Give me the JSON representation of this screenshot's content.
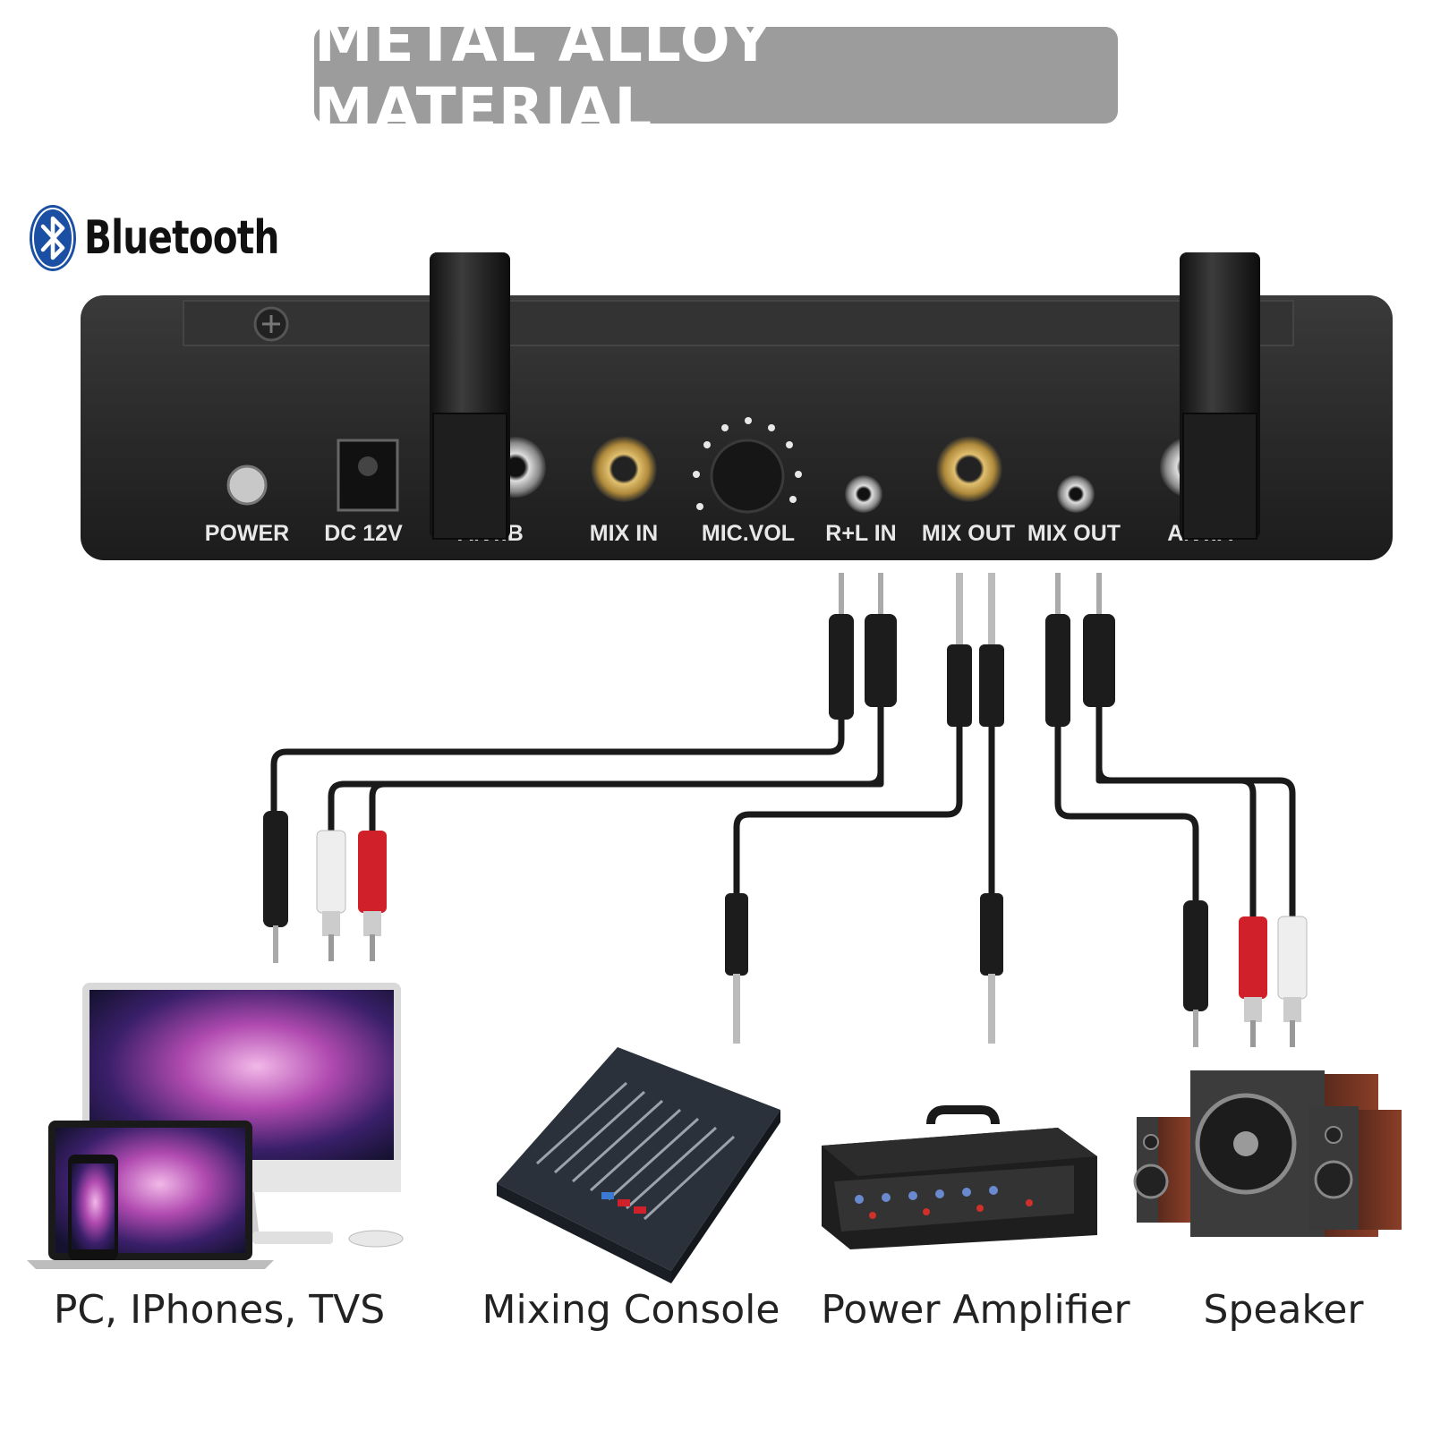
{
  "banner": {
    "title": "METAL ALLOY MATERIAL"
  },
  "bluetooth": {
    "label": "Bluetooth",
    "icon": "bluetooth-icon",
    "color": "#1a4fa3"
  },
  "panel": {
    "ports": [
      {
        "id": "power",
        "label": "POWER"
      },
      {
        "id": "dc12v",
        "label": "DC 12V"
      },
      {
        "id": "antb",
        "label": "ANT.B"
      },
      {
        "id": "mixin",
        "label": "MIX IN"
      },
      {
        "id": "micvol",
        "label": "MIC.VOL"
      },
      {
        "id": "rlin",
        "label": "R+L IN"
      },
      {
        "id": "mixout1",
        "label": "MIX OUT"
      },
      {
        "id": "mixout2",
        "label": "MIX OUT"
      },
      {
        "id": "anta",
        "label": "ANT.A"
      }
    ]
  },
  "devices": [
    {
      "id": "pc",
      "label": "PC, IPhones, TVS",
      "icon": "monitor-laptop-phone-icon"
    },
    {
      "id": "mixer",
      "label": "Mixing Console",
      "icon": "mixing-console-icon"
    },
    {
      "id": "amp",
      "label": "Power Amplifier",
      "icon": "power-amplifier-icon"
    },
    {
      "id": "speaker",
      "label": "Speaker",
      "icon": "speaker-icon"
    }
  ],
  "colors": {
    "panel": "#2c2c2c",
    "banner": "#9b9c9b",
    "cable": "#1a1a1a",
    "rca_red": "#d0202a",
    "rca_white": "#eeeeee",
    "gold": "#c9a24a"
  }
}
